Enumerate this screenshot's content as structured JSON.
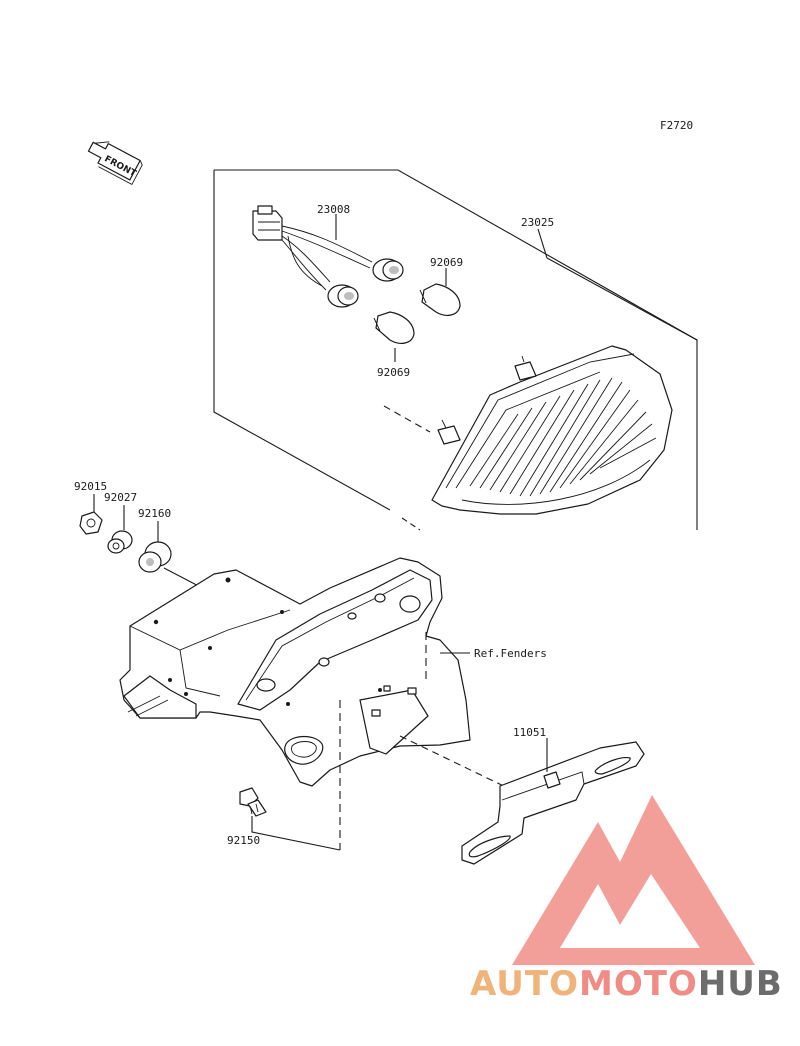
{
  "diagram": {
    "figure_code": "F2720",
    "direction_label": "FRONT",
    "parts": {
      "harness": "23008",
      "taillight": "23025",
      "bulb_upper": "92069",
      "bulb_lower": "92069",
      "nut": "92015",
      "collar": "92027",
      "damper": "92160",
      "bracket": "11051",
      "bolt": "92150"
    },
    "reference_label": "Ref.Fenders"
  },
  "watermark": {
    "word_auto": "AUTO",
    "word_moto": "MOTO",
    "word_hub": "HUB",
    "colors": {
      "auto": "#f0b37a",
      "moto": "#ef8c86",
      "hub": "#6c6c6c",
      "logo": "#f29a94"
    }
  }
}
